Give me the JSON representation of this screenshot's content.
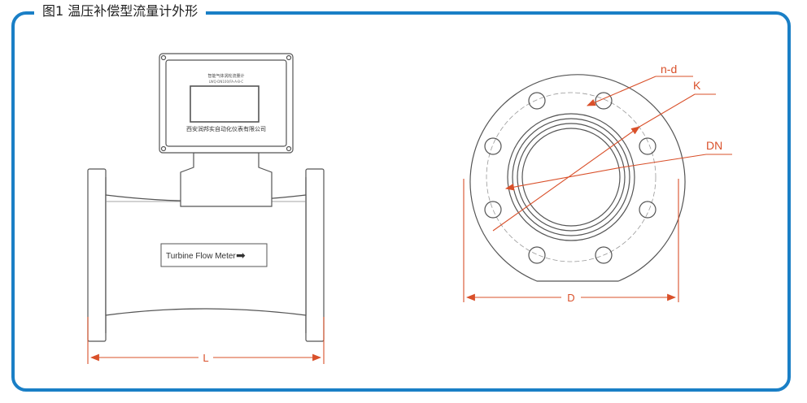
{
  "title": "图1 温压补偿型流量计外形",
  "colors": {
    "frame": "#1a7fc6",
    "dimension": "#d9502a",
    "outline": "#555555"
  },
  "meter": {
    "display_line1": "智能气体涡轮流量计",
    "display_line2": "LWQ-DN100/FA-A-B-C",
    "company": "西安润邦实自动化仪表有限公司",
    "body_label": "Turbine Flow Meter",
    "arrow_glyph": "➡",
    "length_label": "L"
  },
  "flange": {
    "bolt_label": "n-d",
    "bolt_circle_label": "K",
    "nominal_label": "DN",
    "diameter_label": "D"
  }
}
